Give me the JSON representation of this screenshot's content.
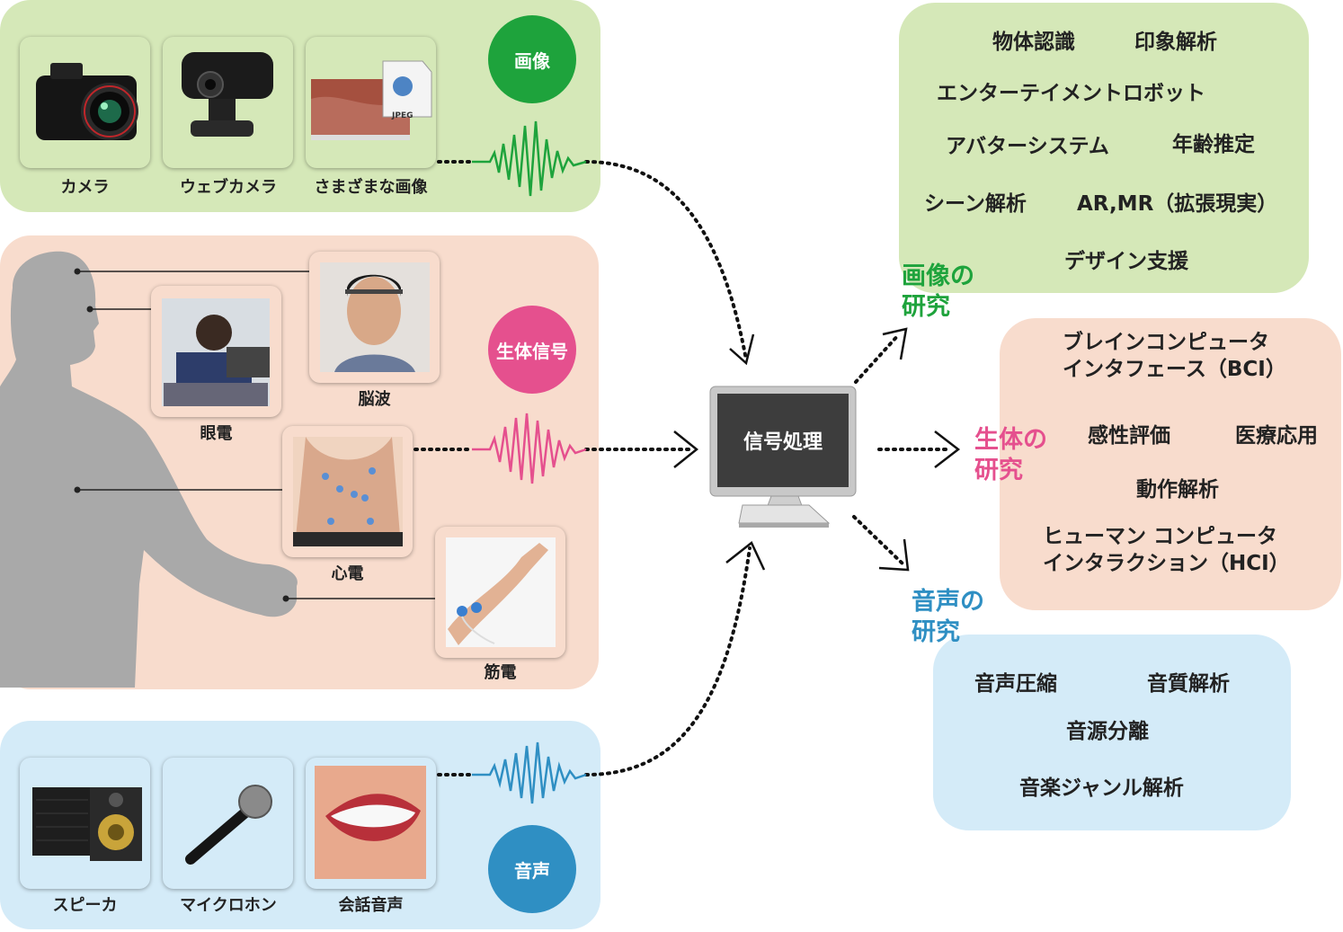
{
  "sources": {
    "image": {
      "badge": "画像",
      "items": [
        "カメラ",
        "ウェブカメラ",
        "さまざまな画像"
      ],
      "file_label": "JPEG"
    },
    "bio": {
      "badge": "生体信号",
      "items": {
        "eog": "眼電",
        "eeg": "脳波",
        "ecg": "心電",
        "emg": "筋電"
      }
    },
    "audio": {
      "badge": "音声",
      "items": [
        "スピーカ",
        "マイクロホン",
        "会話音声"
      ]
    }
  },
  "processor": {
    "label": "信号処理"
  },
  "research": {
    "image": {
      "title_lines": [
        "画像の",
        "研究"
      ],
      "topics": [
        "物体認識",
        "印象解析",
        "エンターテイメントロボット",
        "アバターシステム",
        "年齢推定",
        "シーン解析",
        "AR,MR（拡張現実）",
        "デザイン支援"
      ]
    },
    "bio": {
      "title_lines": [
        "生体の",
        "研究"
      ],
      "topics": {
        "bci_1": "ブレインコンピュータ",
        "bci_2": "インタフェース（BCI）",
        "kansei": "感性評価",
        "medical": "医療応用",
        "motion": "動作解析",
        "hci_1": "ヒューマン コンピュータ",
        "hci_2": "インタラクション（HCI）"
      }
    },
    "audio": {
      "title_lines": [
        "音声の",
        "研究"
      ],
      "topics": [
        "音声圧縮",
        "音質解析",
        "音源分離",
        "音楽ジャンル解析"
      ]
    }
  },
  "colors": {
    "image_panel": "#d5e8b8",
    "image_accent": "#1ea33c",
    "bio_panel": "#f8dccd",
    "bio_accent": "#e5508e",
    "audio_panel": "#d4ebf8",
    "audio_accent": "#2f8fc3",
    "monitor_screen": "#3d3d3d"
  }
}
